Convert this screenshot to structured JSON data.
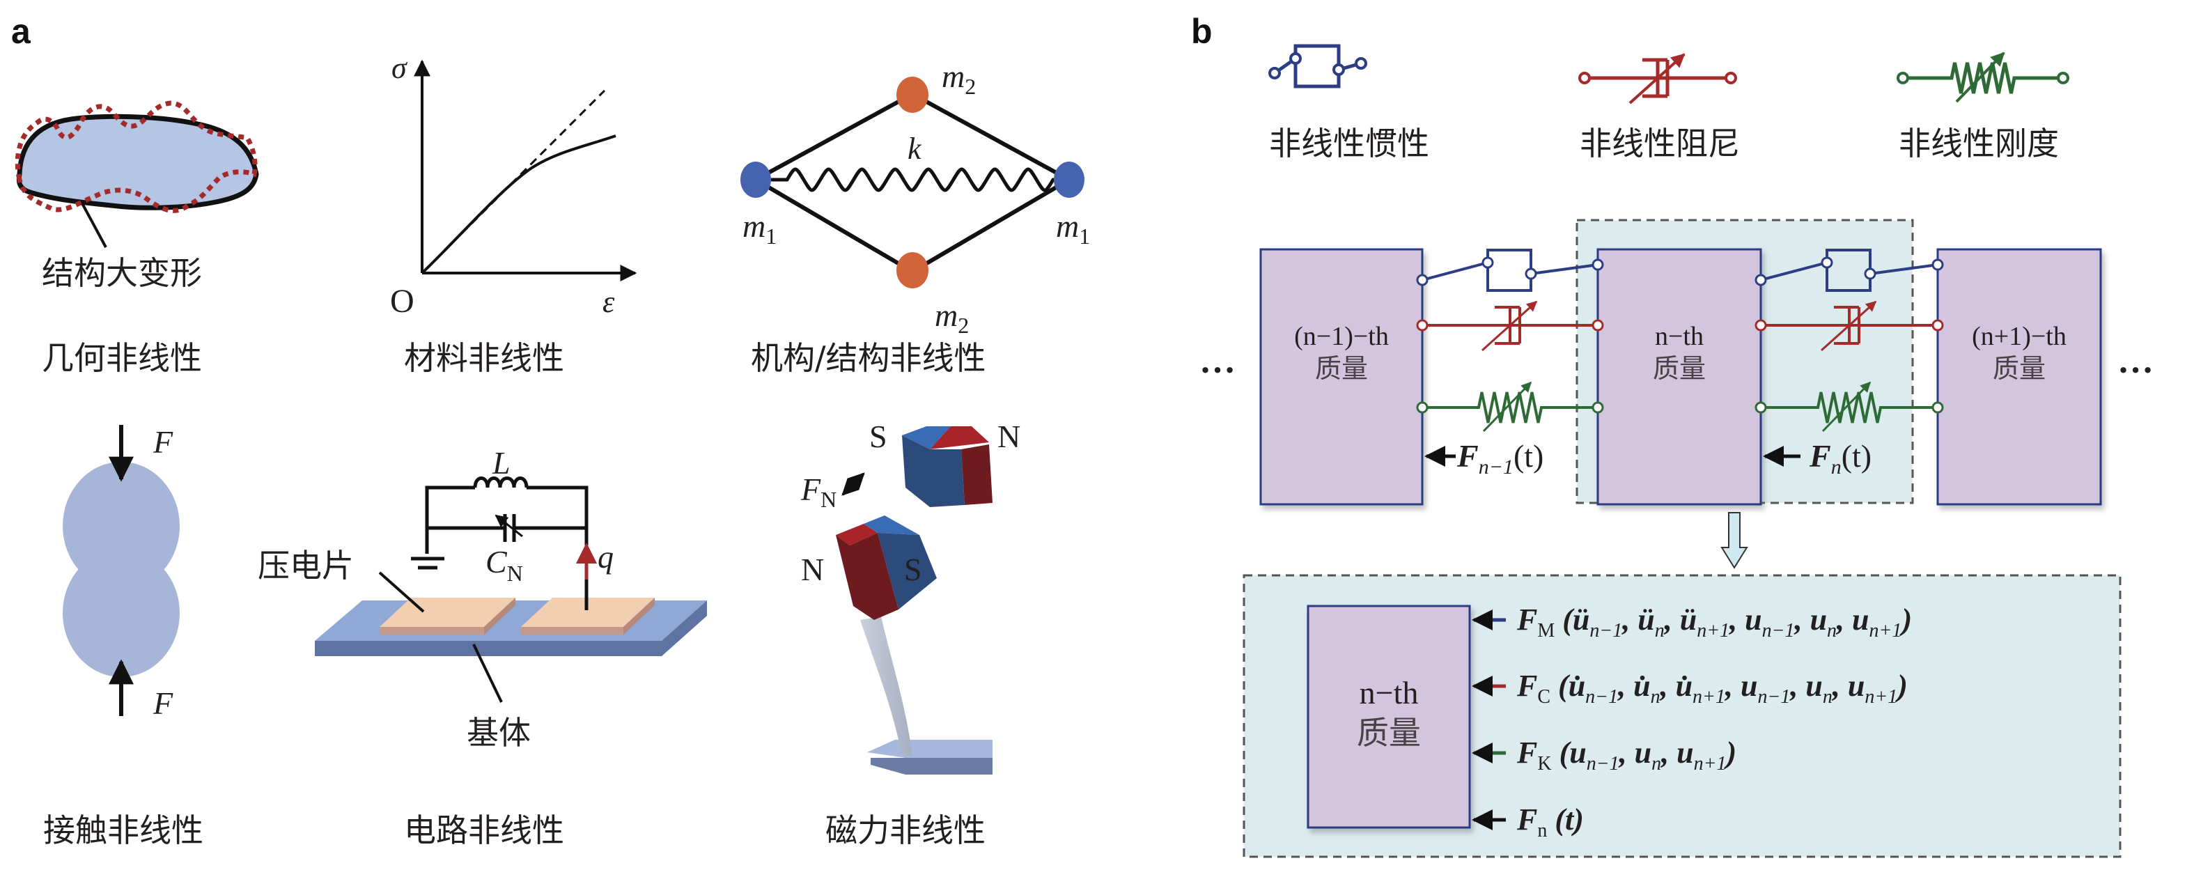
{
  "panel_a": {
    "label": "a",
    "geometric": {
      "annotation": "结构大变形",
      "caption": "几何非线性",
      "colors": {
        "fill": "#b4c6e4",
        "outline": "#111111",
        "deformed": "#a52a2a"
      }
    },
    "material": {
      "y_axis": "σ",
      "x_axis": "ε",
      "origin": "O",
      "caption": "材料非线性"
    },
    "mechanism": {
      "node_labels": {
        "left": "m",
        "left_sub": "1",
        "right": "m",
        "right_sub": "1",
        "top": "m",
        "top_sub": "2",
        "bottom": "m",
        "bottom_sub": "2"
      },
      "spring": "k",
      "caption": "机构/结构非线性",
      "colors": {
        "m1": "#4563ae",
        "m2": "#d2643a"
      }
    },
    "contact": {
      "force_top": "F",
      "force_bottom": "F",
      "caption": "接触非线性",
      "colors": {
        "sphere": "#a7b6d8"
      }
    },
    "circuit": {
      "inductor": "L",
      "capacitor": "C",
      "capacitor_sub": "N",
      "charge": "q",
      "piezo": "压电片",
      "substrate": "基体",
      "caption": "电路非线性",
      "colors": {
        "piezo": "#f3cfb1",
        "substrate": "#8fa8d5",
        "charge_arrow": "#a52a2a"
      }
    },
    "magnetic": {
      "force": "F",
      "force_sub": "N",
      "top_magnet_left": "S",
      "top_magnet_right": "N",
      "bottom_magnet_left": "N",
      "bottom_magnet_right": "S",
      "caption": "磁力非线性",
      "colors": {
        "north": "#a8242a",
        "south": "#2f5aa0"
      }
    }
  },
  "panel_b": {
    "label": "b",
    "legend": [
      {
        "id": "inertia",
        "label": "非线性惯性",
        "color": "#2c3d83"
      },
      {
        "id": "damping",
        "label": "非线性阻尼",
        "color": "#a52a2a"
      },
      {
        "id": "stiffness",
        "label": "非线性刚度",
        "color": "#2e6a36"
      }
    ],
    "chain": {
      "ellipsis": "…",
      "masses": [
        {
          "line1": "(n−1)−th",
          "line2": "质量"
        },
        {
          "line1": "n−th",
          "line2": "质量"
        },
        {
          "line1": "(n+1)−th",
          "line2": "质量"
        }
      ],
      "forces": [
        {
          "symbol": "F",
          "sub": "n−1",
          "arg": "(t)"
        },
        {
          "symbol": "F",
          "sub": "n",
          "arg": "(t)"
        }
      ],
      "colors": {
        "mass_fill": "#d3c5dd",
        "mass_border": "#2c3d83",
        "highlight": "#dcebee"
      }
    },
    "detail": {
      "mass": {
        "line1": "n−th",
        "line2": "质量"
      },
      "forces": [
        {
          "symbol": "F",
          "sub": "M",
          "args": "(ü_{n−1}, ü_n, ü_{n+1}, u_{n−1}, u_n, u_{n+1})",
          "color": "#2c3d83"
        },
        {
          "symbol": "F",
          "sub": "C",
          "args": "(u̇_{n−1}, u̇_n, u̇_{n+1}, u_{n−1}, u_n, u_{n+1})",
          "color": "#a52a2a"
        },
        {
          "symbol": "F",
          "sub": "K",
          "args": "(u_{n−1}, u_n, u_{n+1})",
          "color": "#2e6a36"
        },
        {
          "symbol": "F",
          "sub": "n",
          "args": "(t)",
          "color": "#111111"
        }
      ]
    }
  }
}
